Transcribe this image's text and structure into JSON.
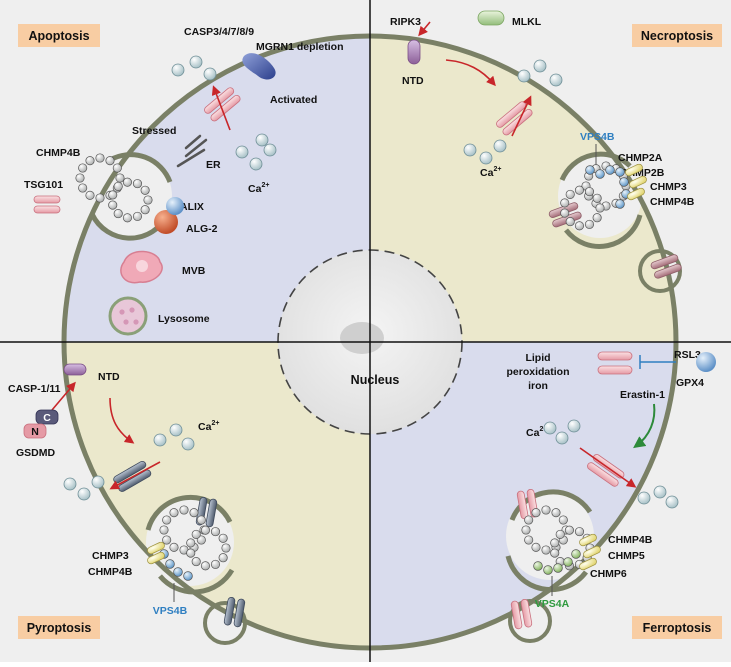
{
  "nucleus": "Nucleus",
  "ca": "Ca",
  "ca_superscript": "2+",
  "colors": {
    "apoptosis_cytoplasm": "#d9dced",
    "necroptosis_cytoplasm": "#ebe8cc",
    "membrane": "#7a8066",
    "title_box": "#f8cda3",
    "vps4_label": "#2f7fc1",
    "vps4a_label": "#2e9a3e",
    "red_arrow": "#c8262a",
    "green_arrow": "#2d8a3a"
  },
  "apoptosis": {
    "title": "Apoptosis",
    "casp": "CASP3/4/7/8/9",
    "mgrn1": "MGRN1 depletion",
    "activated": "Activated",
    "stressed": "Stressed",
    "er": "ER",
    "chmp4b": "CHMP4B",
    "tsg101": "TSG101",
    "alix": "ALIX",
    "alg2": "ALG-2",
    "mvb": "MVB",
    "lysosome": "Lysosome"
  },
  "necroptosis": {
    "title": "Necroptosis",
    "ripk3": "RIPK3",
    "mlkl": "MLKL",
    "ntd": "NTD",
    "vps4b": "VPS4B",
    "chmp2a": "CHMP2A",
    "chmp2b": "CHMP2B",
    "chmp3": "CHMP3",
    "chmp4b": "CHMP4B"
  },
  "pyroptosis": {
    "title": "Pyroptosis",
    "casp": "CASP-1/11",
    "ntd": "NTD",
    "c": "C",
    "n": "N",
    "gsdmd": "GSDMD",
    "chmp3": "CHMP3",
    "chmp4b": "CHMP4B",
    "vps4b": "VPS4B"
  },
  "ferroptosis": {
    "title": "Ferroptosis",
    "lipid_1": "Lipid",
    "lipid_2": "peroxidation",
    "lipid_3": "iron",
    "rsl3": "RSL3",
    "gpx4": "GPX4",
    "erastin": "Erastin-1",
    "chmp4b": "CHMP4B",
    "chmp5": "CHMP5",
    "chmp6": "CHMP6",
    "vps4a": "VPS4A"
  }
}
